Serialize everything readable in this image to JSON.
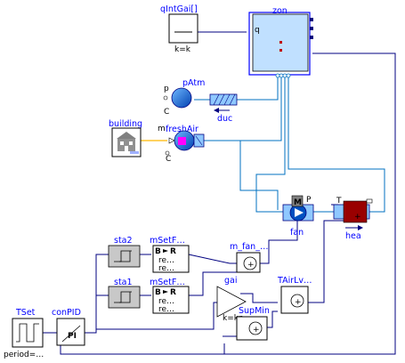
{
  "diagram": {
    "labels": {
      "qIntGai": "qIntGai[]",
      "qIntGai_param": "k=k",
      "zon": "zon",
      "zon_port": "q",
      "pAtm": "pAtm",
      "duc": "duc",
      "building": "building",
      "freshAir": "freshAir",
      "freshAir_m": "m",
      "port_c1": "C",
      "port_p1": "p",
      "port_c2": "C",
      "fan": "fan",
      "fan_m": "M",
      "fan_p": "P",
      "hea": "hea",
      "hea_t": "T",
      "sta2": "sta2",
      "sta1": "sta1",
      "mSetF2": "mSetF…",
      "mSetF1": "mSetF…",
      "re1a": "re…",
      "re1b": "re…",
      "re2a": "re…",
      "re2b": "re…",
      "bool_b": "B",
      "bool_r": "R",
      "m_fan": "m_fan_…",
      "gai": "gai",
      "gai_param": "k=kp",
      "SupMin": "SupMin",
      "TAirLv": "TAirLv…",
      "TSet": "TSet",
      "TSet_param": "period=…",
      "conPID": "conPID",
      "pi": "PI",
      "plus": "+"
    }
  }
}
